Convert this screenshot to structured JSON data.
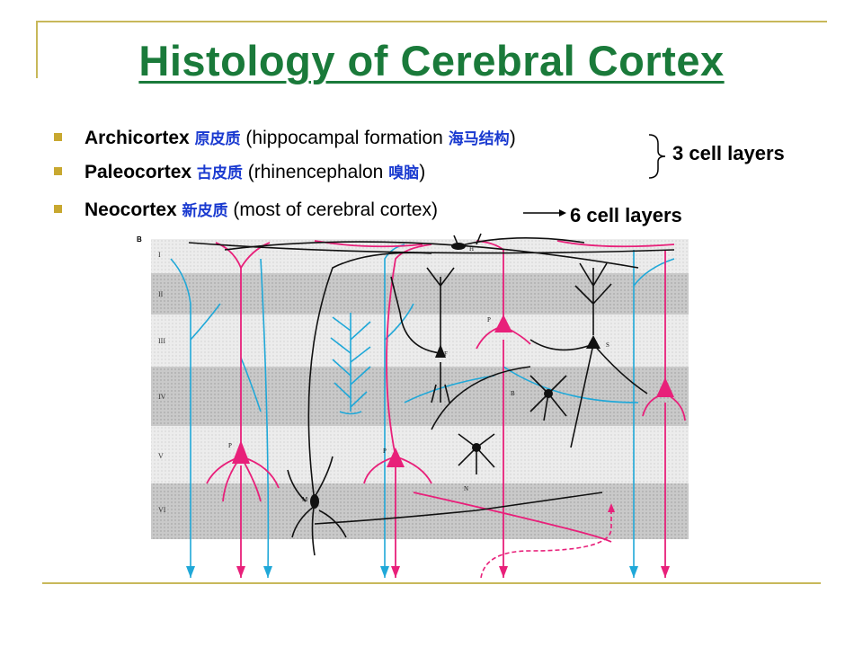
{
  "slide": {
    "title": "Histology of Cerebral Cortex",
    "bullets": [
      {
        "term": "Archicortex",
        "zh": "原皮质",
        "paren_open": " (hippocampal formation ",
        "zh2": "海马结构",
        "paren_close": ")"
      },
      {
        "term": "Paleocortex",
        "zh": "古皮质",
        "paren_open": " (rhinencephalon ",
        "zh2": "嗅脑",
        "paren_close": ")"
      },
      {
        "term": "Neocortex",
        "zh": "新皮质",
        "paren_open": " (most of cerebral cortex)",
        "zh2": "",
        "paren_close": ""
      }
    ],
    "label_3_layers": "3 cell layers",
    "label_6_layers": "6 cell layers"
  },
  "figure": {
    "panel_letter": "B",
    "layer_labels": [
      "I",
      "II",
      "III",
      "IV",
      "V",
      "VI"
    ],
    "cell_labels": [
      "H",
      "P",
      "S",
      "F",
      "B",
      "P",
      "P",
      "M",
      "N"
    ],
    "colors": {
      "pink": "#e8207a",
      "blue": "#20a8d8",
      "black": "#111111",
      "band": "#c8c8c8"
    }
  }
}
